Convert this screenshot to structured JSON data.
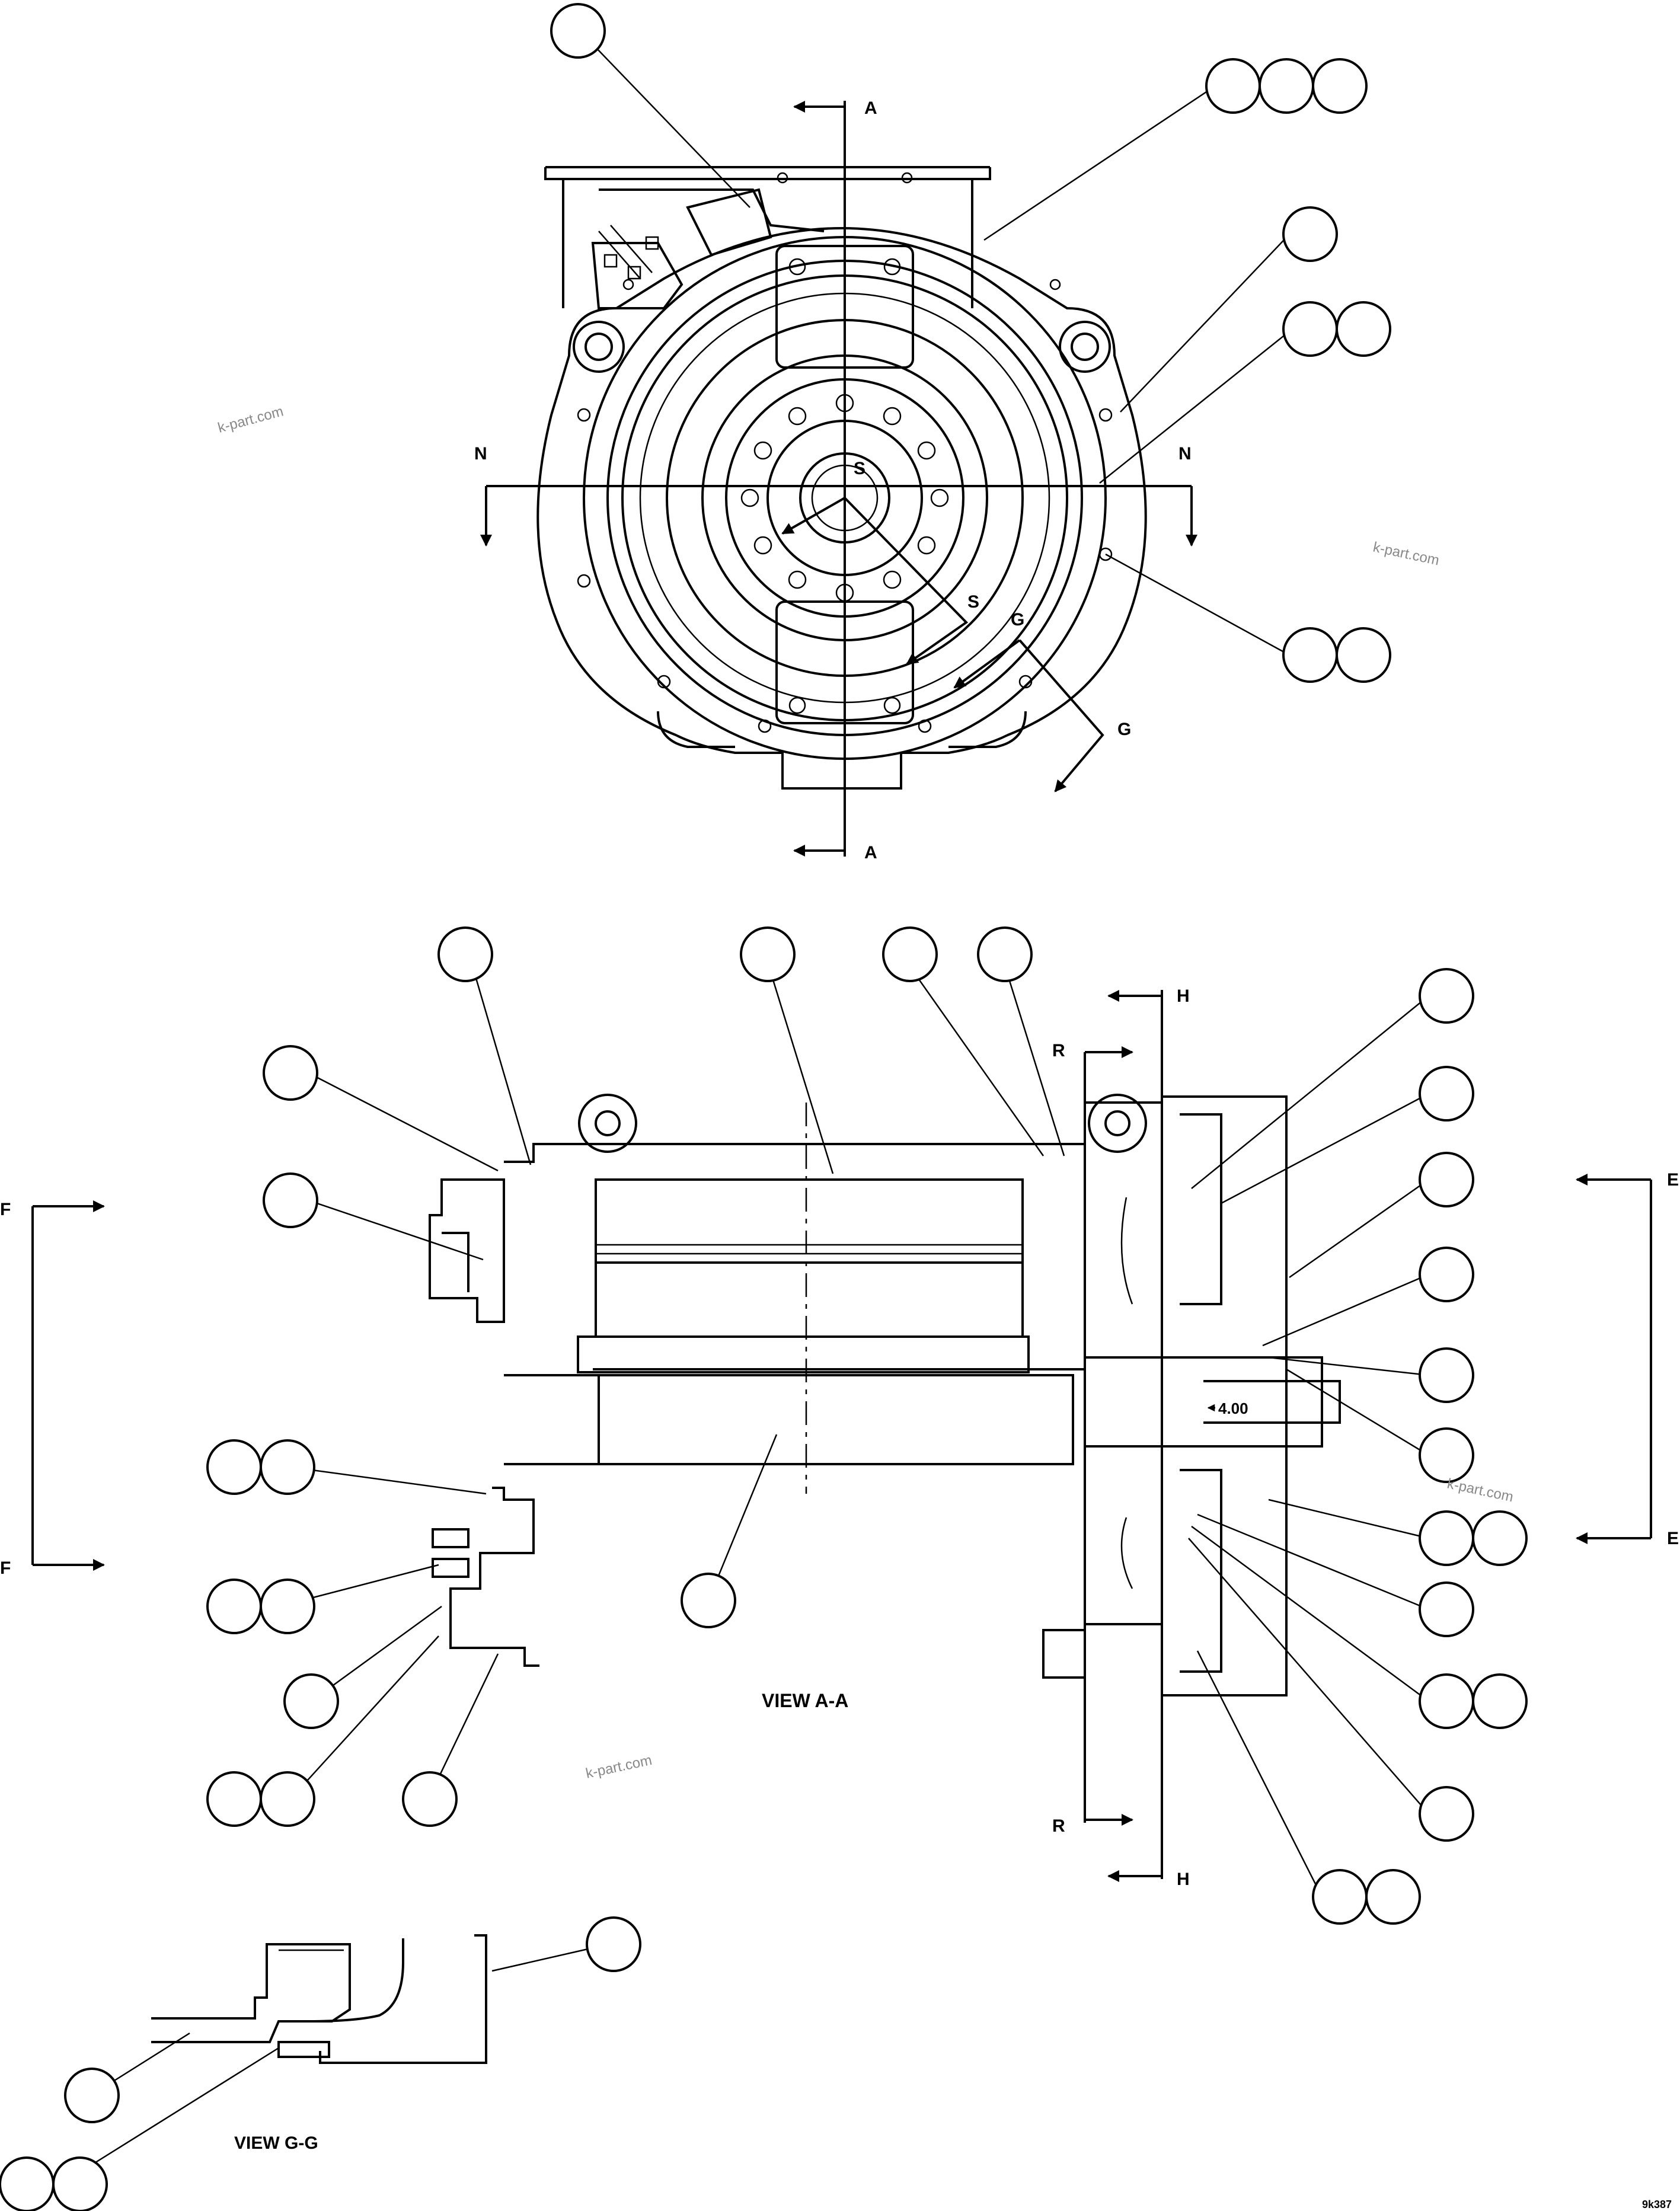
{
  "section_labels": {
    "a_top": "A",
    "a_bottom": "A",
    "n_left": "N",
    "n_right": "N",
    "s_center": "S",
    "s_lower": "S",
    "g_upper": "G",
    "g_lower": "G",
    "h_top": "H",
    "h_bottom": "H",
    "r_top": "R",
    "r_bottom": "R",
    "e_top": "E",
    "e_bottom": "E",
    "f_top": "F",
    "f_bottom": "F"
  },
  "view_titles": {
    "view_aa": "VIEW A-A",
    "view_gg": "VIEW G-G"
  },
  "dimension": "4.00",
  "watermarks": {
    "wm1": "k-part.com",
    "wm2": "k-part.com",
    "wm3": "k-part.com",
    "wm4": "k-part.com"
  },
  "sheet_id": "9k387"
}
